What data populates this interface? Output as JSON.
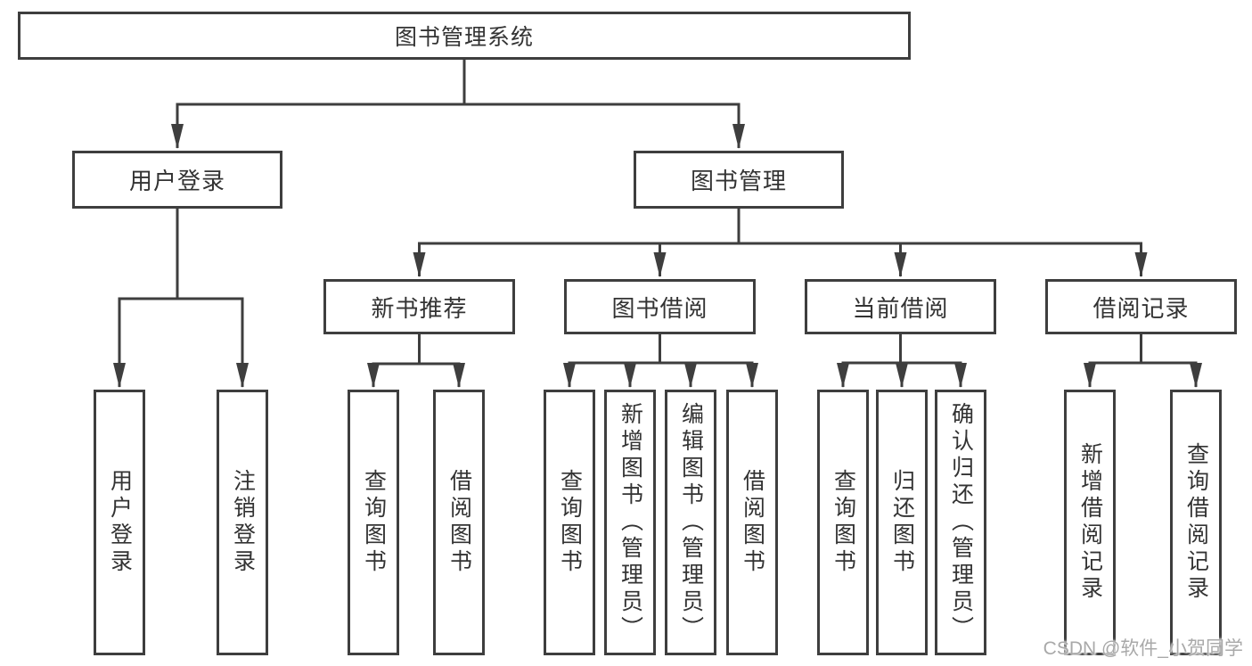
{
  "colors": {
    "line": "#3e3e3e",
    "text": "#333333",
    "watermark": "#a9a9a9",
    "background": "#ffffff"
  },
  "tree": {
    "root": "图书管理系统",
    "children": [
      {
        "label": "用户登录",
        "children": [
          "用户登录",
          "注销登录"
        ]
      },
      {
        "label": "图书管理",
        "children": [
          {
            "label": "新书推荐",
            "children": [
              "查询图书",
              "借阅图书"
            ]
          },
          {
            "label": "图书借阅",
            "children": [
              "查询图书",
              "新增图书（管理员）",
              "编辑图书（管理员）",
              "借阅图书"
            ]
          },
          {
            "label": "当前借阅",
            "children": [
              "查询图书",
              "归还图书",
              "确认归还（管理员）"
            ]
          },
          {
            "label": "借阅记录",
            "children": [
              "新增借阅记录",
              "查询借阅记录"
            ]
          }
        ]
      }
    ]
  },
  "watermark": "CSDN @软件_小贺同学"
}
